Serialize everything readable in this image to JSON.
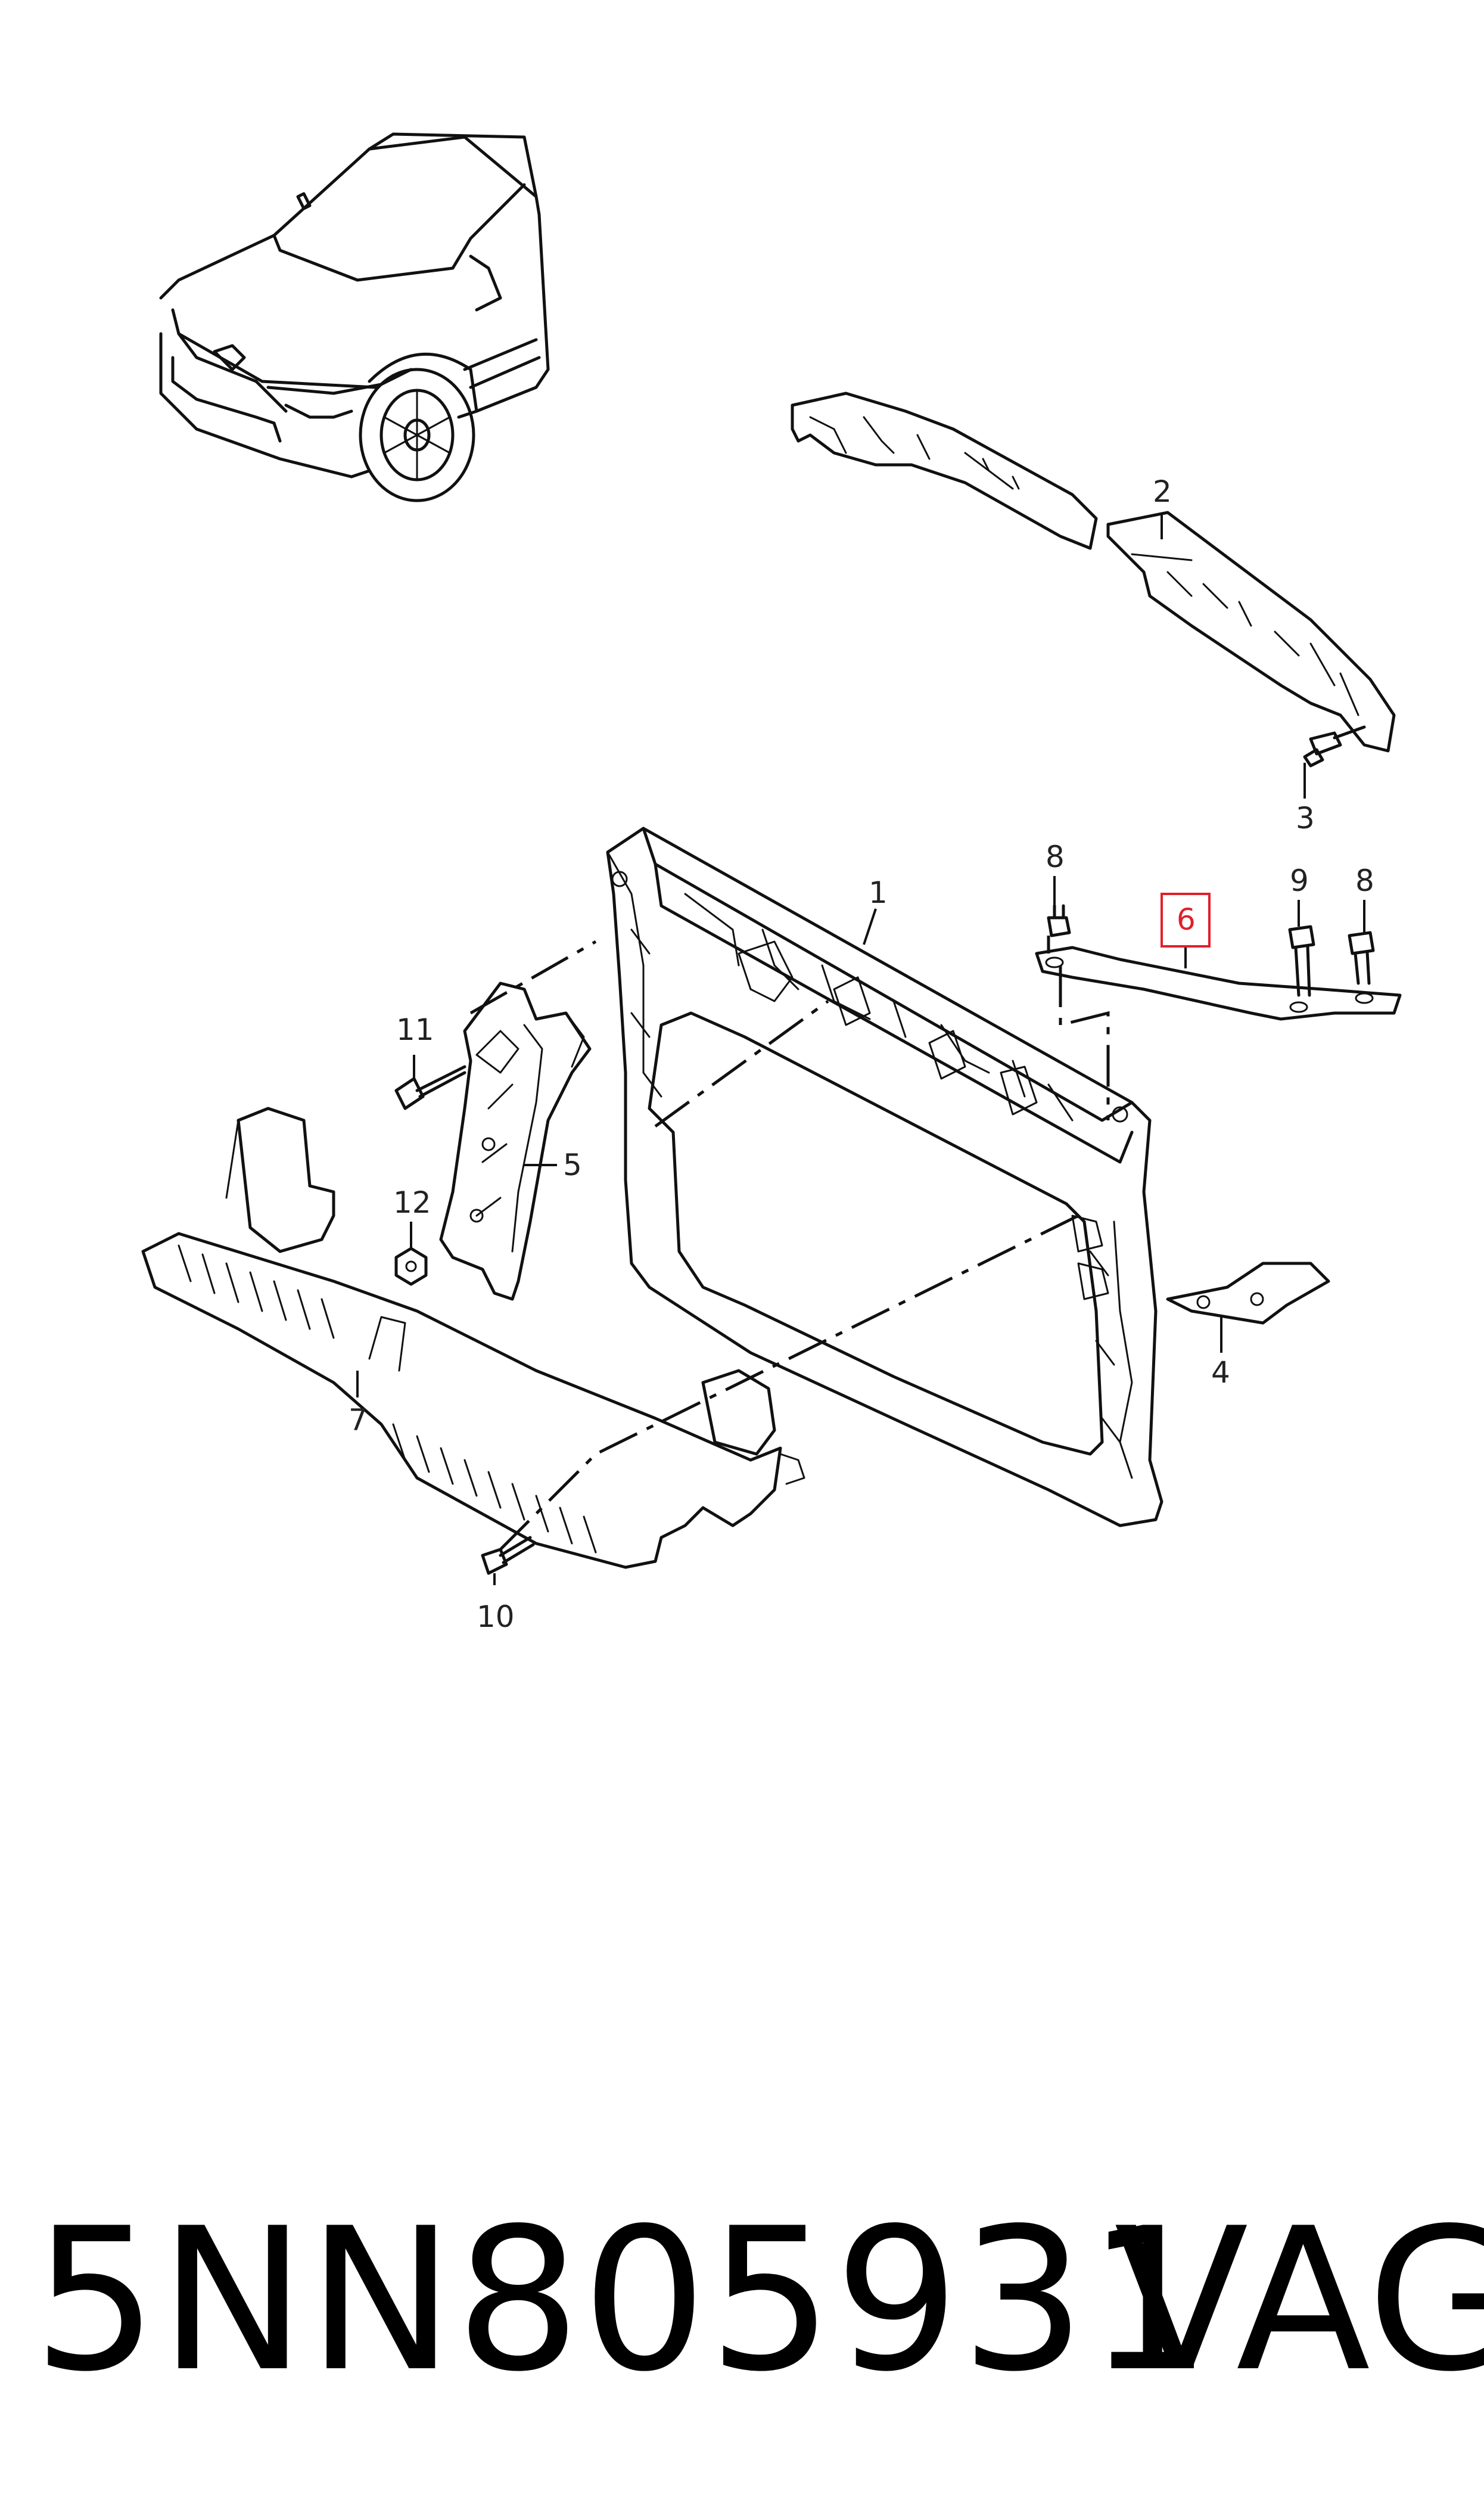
{
  "diagram": {
    "callouts": [
      {
        "id": "1",
        "label": "1",
        "highlighted": false
      },
      {
        "id": "2",
        "label": "2",
        "highlighted": false
      },
      {
        "id": "3",
        "label": "3",
        "highlighted": false
      },
      {
        "id": "4",
        "label": "4",
        "highlighted": false
      },
      {
        "id": "5",
        "label": "5",
        "highlighted": false
      },
      {
        "id": "6",
        "label": "6",
        "highlighted": true
      },
      {
        "id": "7",
        "label": "7",
        "highlighted": false
      },
      {
        "id": "8a",
        "label": "8",
        "highlighted": false
      },
      {
        "id": "8b",
        "label": "8",
        "highlighted": false
      },
      {
        "id": "9",
        "label": "9",
        "highlighted": false
      },
      {
        "id": "10",
        "label": "10",
        "highlighted": false
      },
      {
        "id": "11",
        "label": "11",
        "highlighted": false
      },
      {
        "id": "12",
        "label": "12",
        "highlighted": false
      }
    ],
    "highlight_color": "#e0202a",
    "line_color": "#111111"
  },
  "footer": {
    "part_number": "5NN805931",
    "brand": "VAG"
  }
}
